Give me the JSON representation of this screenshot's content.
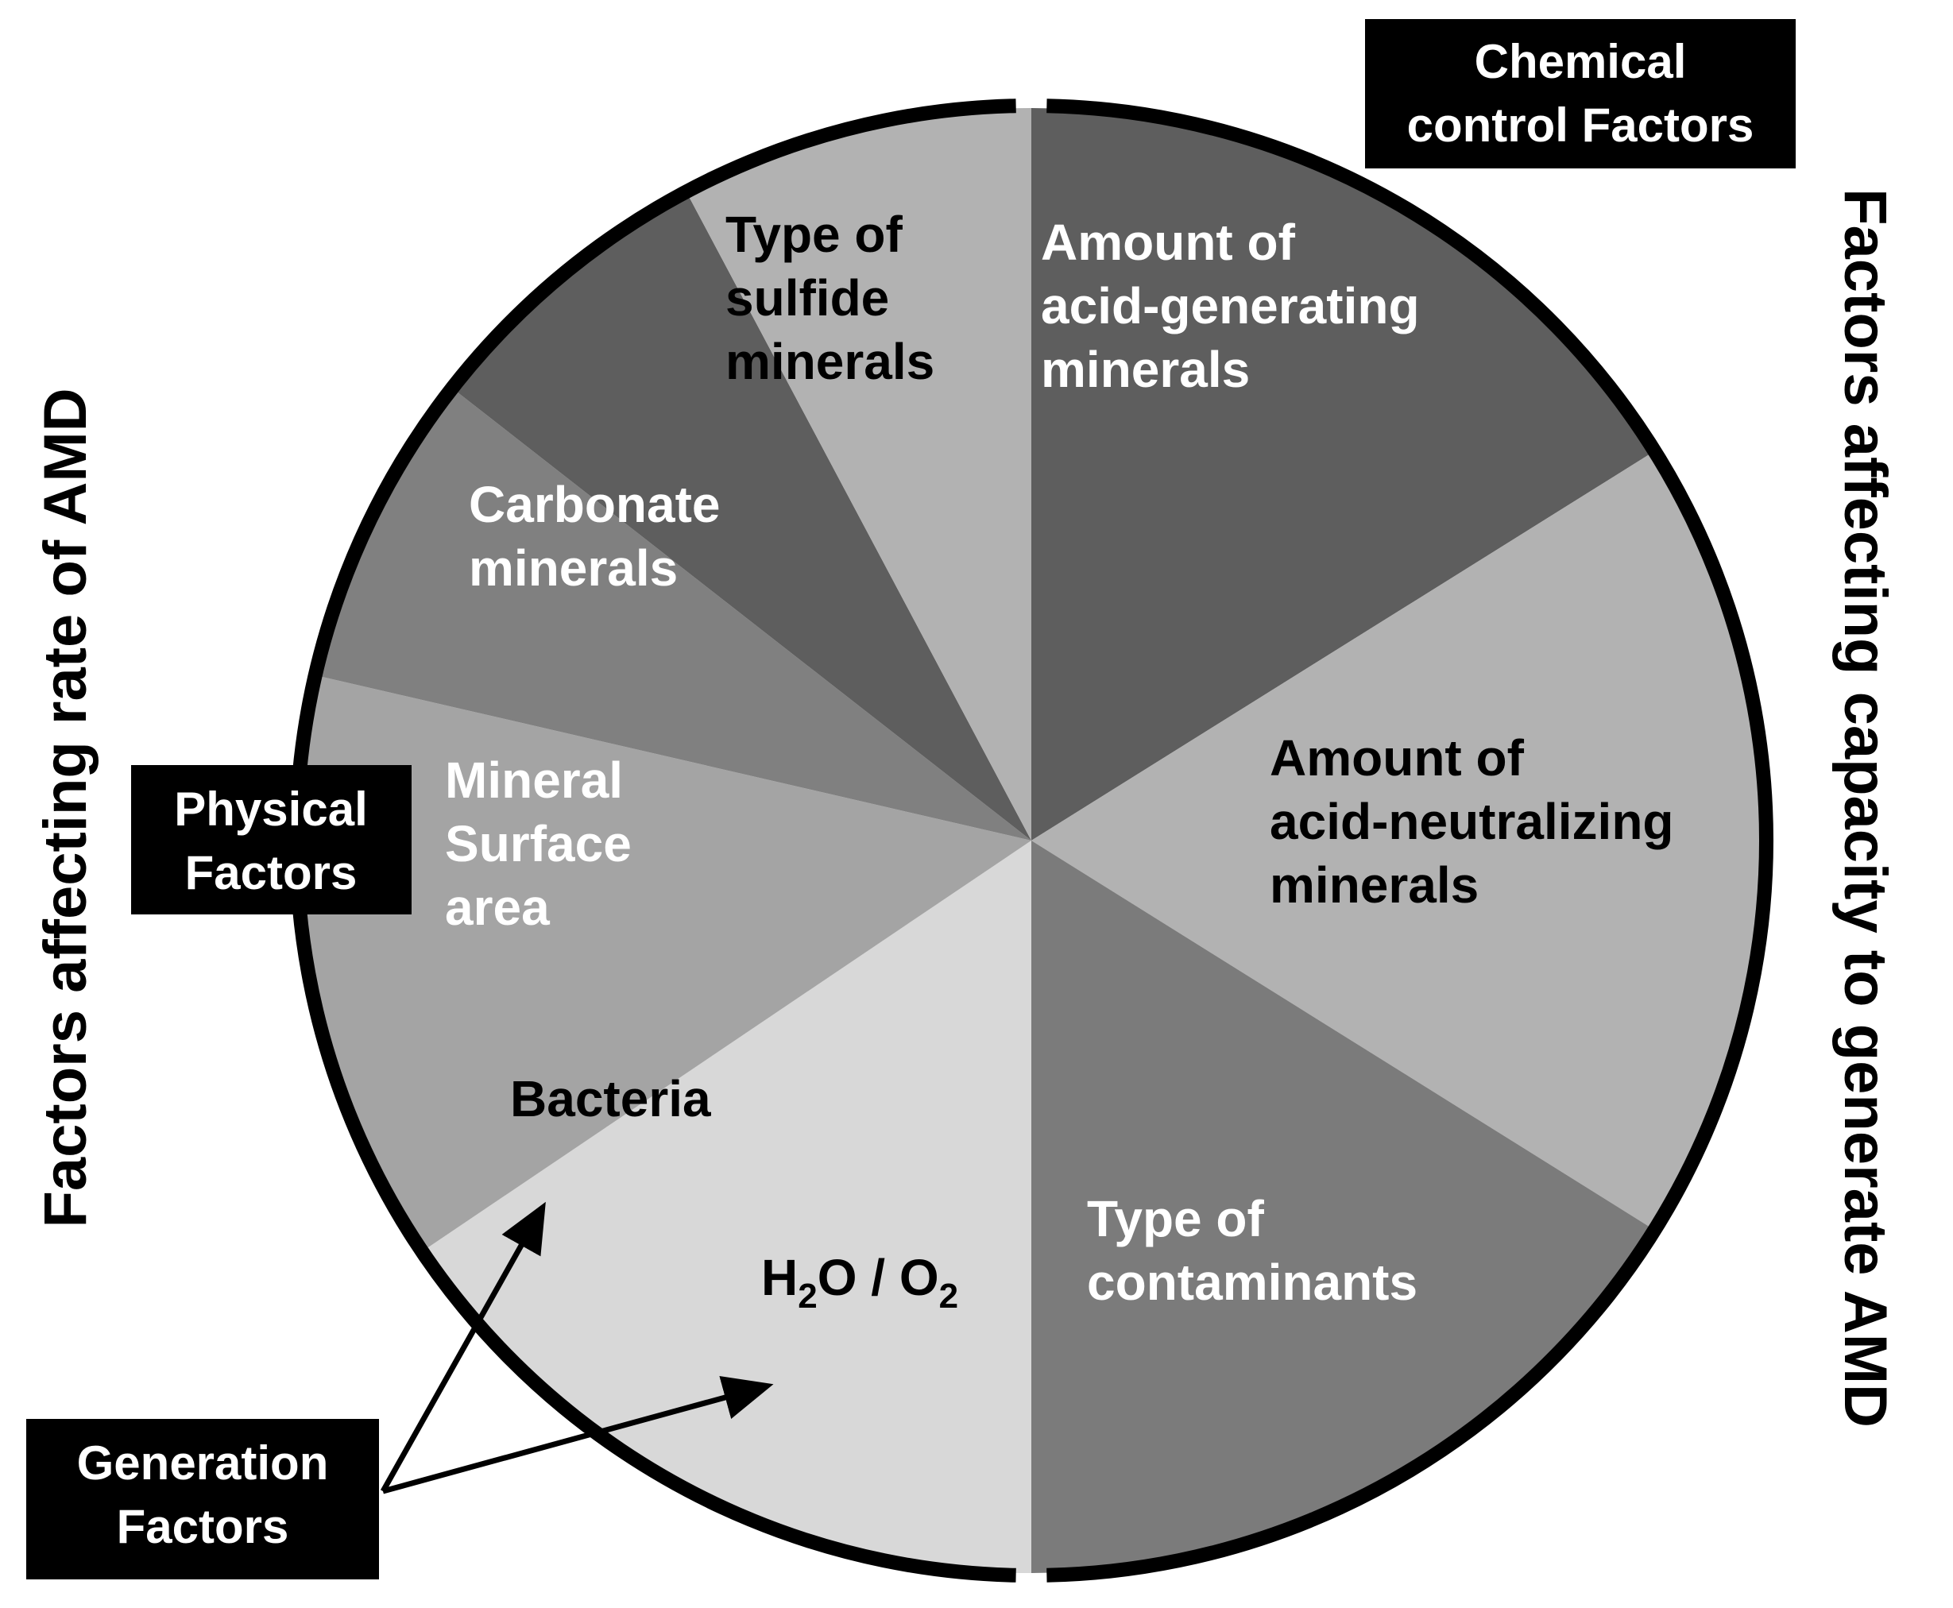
{
  "diagram": {
    "left_title": "Factors affecting rate of AMD",
    "right_title": "Factors affecting capacity to generate AMD",
    "boxes": {
      "chemical": [
        "Chemical",
        "control  Factors"
      ],
      "physical": [
        "Physical",
        "Factors"
      ],
      "generation": [
        "Generation",
        "Factors"
      ]
    },
    "segments": [
      {
        "id": "amount-acid-generating",
        "lines": [
          "Amount  of",
          "acid-generating",
          "minerals"
        ],
        "fill": "#5e5e5e",
        "text_color": "#ffffff"
      },
      {
        "id": "amount-acid-neutralizing",
        "lines": [
          "Amount  of",
          "acid-neutralizing",
          "minerals"
        ],
        "fill": "#b2b2b2",
        "text_color": "#000000"
      },
      {
        "id": "type-contaminants",
        "lines": [
          "Type  of",
          "contaminants"
        ],
        "fill": "#7b7b7b",
        "text_color": "#ffffff"
      },
      {
        "id": "water-oxygen",
        "lines": [
          "H",
          "2",
          "O / O",
          "2"
        ],
        "fill": "#d8d8d8",
        "text_color": "#000000"
      },
      {
        "id": "bacteria",
        "lines": [
          "Bacteria"
        ],
        "fill": "#a4a4a4",
        "text_color": "#000000"
      },
      {
        "id": "mineral-surface-area",
        "lines": [
          "Mineral",
          "Surface",
          "area"
        ],
        "fill": "#808080",
        "text_color": "#ffffff"
      },
      {
        "id": "carbonate-minerals",
        "lines": [
          "Carbonate",
          "minerals"
        ],
        "fill": "#5e5e5e",
        "text_color": "#ffffff"
      },
      {
        "id": "type-sulfide-minerals",
        "lines": [
          "Type  of",
          "sulfide",
          "minerals"
        ],
        "fill": "#b2b2b2",
        "text_color": "#000000"
      }
    ],
    "colors": {
      "rim": "#000000",
      "box_background": "#000000",
      "box_text": "#ffffff"
    }
  }
}
